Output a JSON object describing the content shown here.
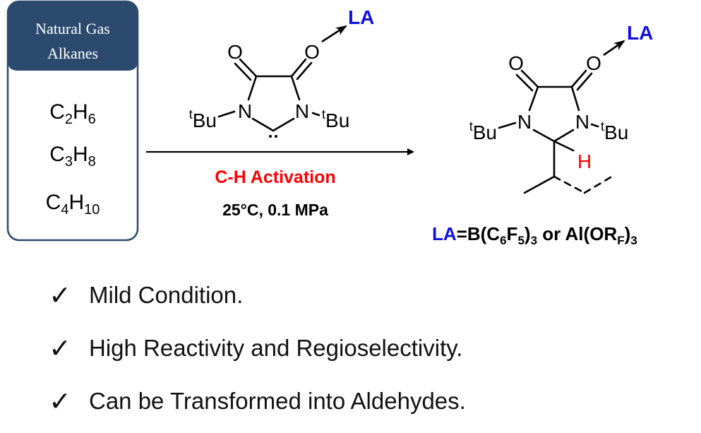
{
  "colors": {
    "header": "#2c4a6e",
    "border": "#2c4a6e",
    "la": "#1010e0",
    "red": "#ff0000"
  },
  "alkane_box": {
    "title_line1": "Natural Gas",
    "title_line2": "Alkanes",
    "items": [
      {
        "c": "C",
        "n1": "2",
        "h": "H",
        "n2": "6"
      },
      {
        "c": "C",
        "n1": "3",
        "h": "H",
        "n2": "8"
      },
      {
        "c": "C",
        "n1": "4",
        "h": "H",
        "n2": "10"
      }
    ]
  },
  "reagent": {
    "o": "O",
    "n": "N",
    "tbu_sup": "t",
    "tbu": "Bu",
    "la": "LA"
  },
  "conditions": {
    "activation": "C-H Activation",
    "temp_pressure": "25°C, 0.1 MPa"
  },
  "product": {
    "o": "O",
    "n": "N",
    "tbu_sup": "t",
    "tbu": "Bu",
    "h": "H",
    "la": "LA"
  },
  "la_definition": {
    "la": "LA",
    "eq": "=B(C",
    "s1": "6",
    "f": "F",
    "s2": "5",
    "p": ")",
    "s3": "3",
    "or": " or Al(OR",
    "sf": "F",
    "p2": ")",
    "s4": "3"
  },
  "benefits": [
    {
      "icon": "check-icon",
      "text": "Mild Condition."
    },
    {
      "icon": "check-icon",
      "text": "High Reactivity and Regioselectivity."
    },
    {
      "icon": "check-icon",
      "text": "Can be Transformed into Aldehydes."
    }
  ]
}
